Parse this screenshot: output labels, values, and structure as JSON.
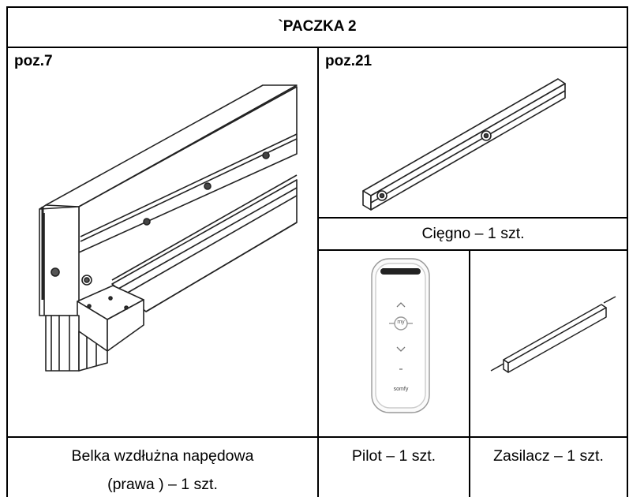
{
  "table": {
    "title": "`PACZKA 2",
    "left": {
      "position_label": "poz.7",
      "caption_line1": "Belka wzdłużna napędowa",
      "caption_line2": "(prawa ) – 1 szt.",
      "image_icon": "beam-motor-drawing"
    },
    "right_top": {
      "position_label": "poz.21",
      "caption": "Cięgno – 1 szt.",
      "image_icon": "tie-rod-drawing"
    },
    "remote": {
      "caption": "Pilot – 1 szt.",
      "image_icon": "remote-control-drawing",
      "button_label": "my",
      "brand": "somfy"
    },
    "power": {
      "caption": "Zasilacz – 1 szt.",
      "image_icon": "power-supply-drawing"
    }
  }
}
